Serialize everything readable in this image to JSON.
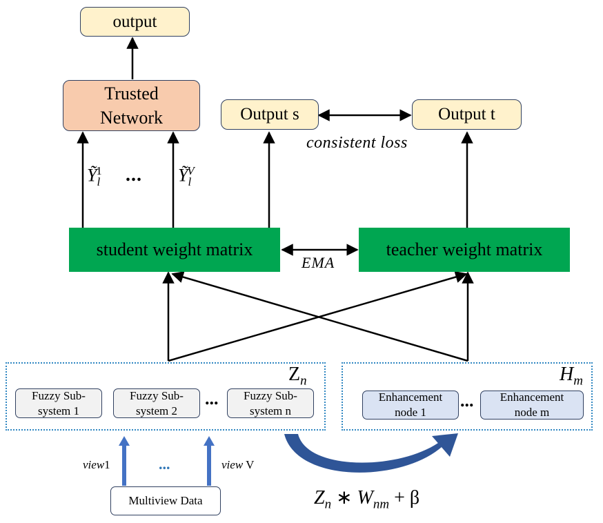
{
  "nodes": {
    "output": "output",
    "trusted_network_line1": "Trusted",
    "trusted_network_line2": "Network",
    "output_s": "Output s",
    "output_t": "Output t",
    "student": "student weight matrix",
    "teacher": "teacher weight matrix",
    "fuzzy1_line1": "Fuzzy Sub-",
    "fuzzy1_line2": "system 1",
    "fuzzy2_line1": "Fuzzy Sub-",
    "fuzzy2_line2": "system 2",
    "fuzzyn_line1": "Fuzzy Sub-",
    "fuzzyn_line2": "system n",
    "enh1_line1": "Enhancement",
    "enh1_line2": "node 1",
    "enhm_line1": "Enhancement",
    "enhm_line2": "node m",
    "multiview": "Multiview Data"
  },
  "labels": {
    "consistent_loss": "consistent loss",
    "ema": "EMA",
    "ellipsis": "...",
    "y_base": "Ỹ",
    "y_sub": "l",
    "y_sup_first": "1",
    "y_sup_last": "V",
    "zn_base": "Z",
    "zn_sub": "n",
    "hm_base": "H",
    "hm_sub": "m",
    "view1_italic": "view",
    "view1_num": "1",
    "viewv_italic": "view",
    "viewv_num": " V",
    "formula_z": "Z",
    "formula_n": "n",
    "formula_op": " ∗ ",
    "formula_w": "W",
    "formula_nm": "nm",
    "formula_plus": " + β"
  },
  "colors": {
    "cream": "#fff2cc",
    "salmon": "#f8cbad",
    "green": "#00a651",
    "fuzzy_fill": "#f2f2f2",
    "enhancement_fill": "#dae3f3",
    "dotted_border": "#2e86c1",
    "curved_arrow": "#2f5597"
  }
}
